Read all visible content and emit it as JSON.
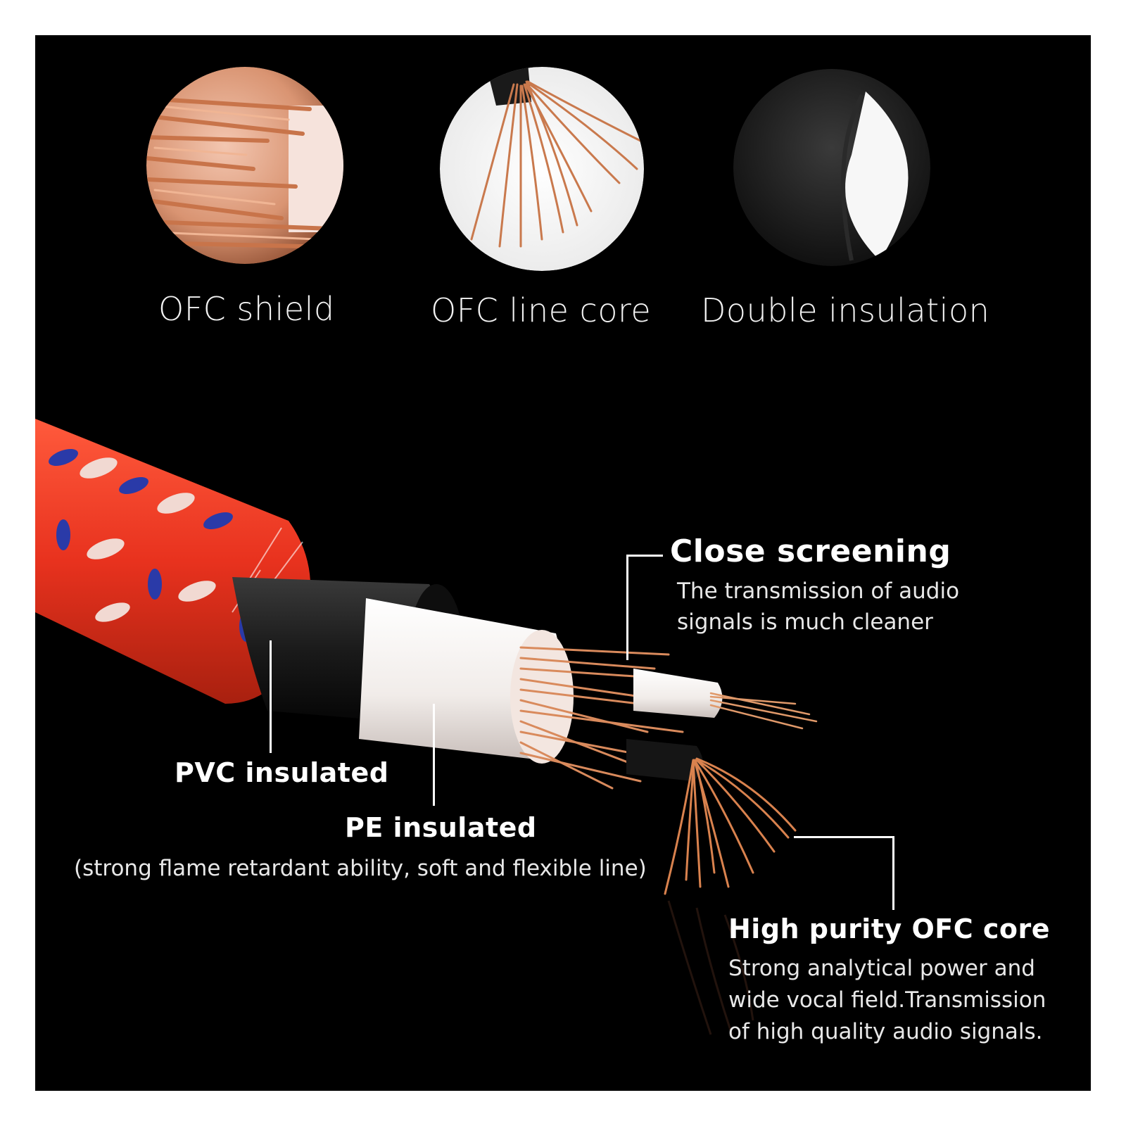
{
  "thumbnails": [
    {
      "label": "OFC shield"
    },
    {
      "label": "OFC line core"
    },
    {
      "label": "Double insulation"
    }
  ],
  "callouts": {
    "close_screening": {
      "title": "Close screening",
      "line1": "The transmission of audio",
      "line2": "signals is much cleaner"
    },
    "pvc": {
      "title": "PVC insulated"
    },
    "pe": {
      "title": "PE insulated",
      "note": "(strong flame retardant ability, soft and flexible line)"
    },
    "ofc_core": {
      "title": "High purity OFC core",
      "line1": "Strong analytical power and",
      "line2": "wide vocal field.Transmission",
      "line3": "of high quality audio signals."
    }
  },
  "colors": {
    "background": "#000000",
    "braid_red": "#e8321e",
    "braid_blue": "#2a3aa8",
    "copper": "#d98a5c",
    "pe_white": "#f4f0ee",
    "pvc_black": "#1a1a1a"
  }
}
